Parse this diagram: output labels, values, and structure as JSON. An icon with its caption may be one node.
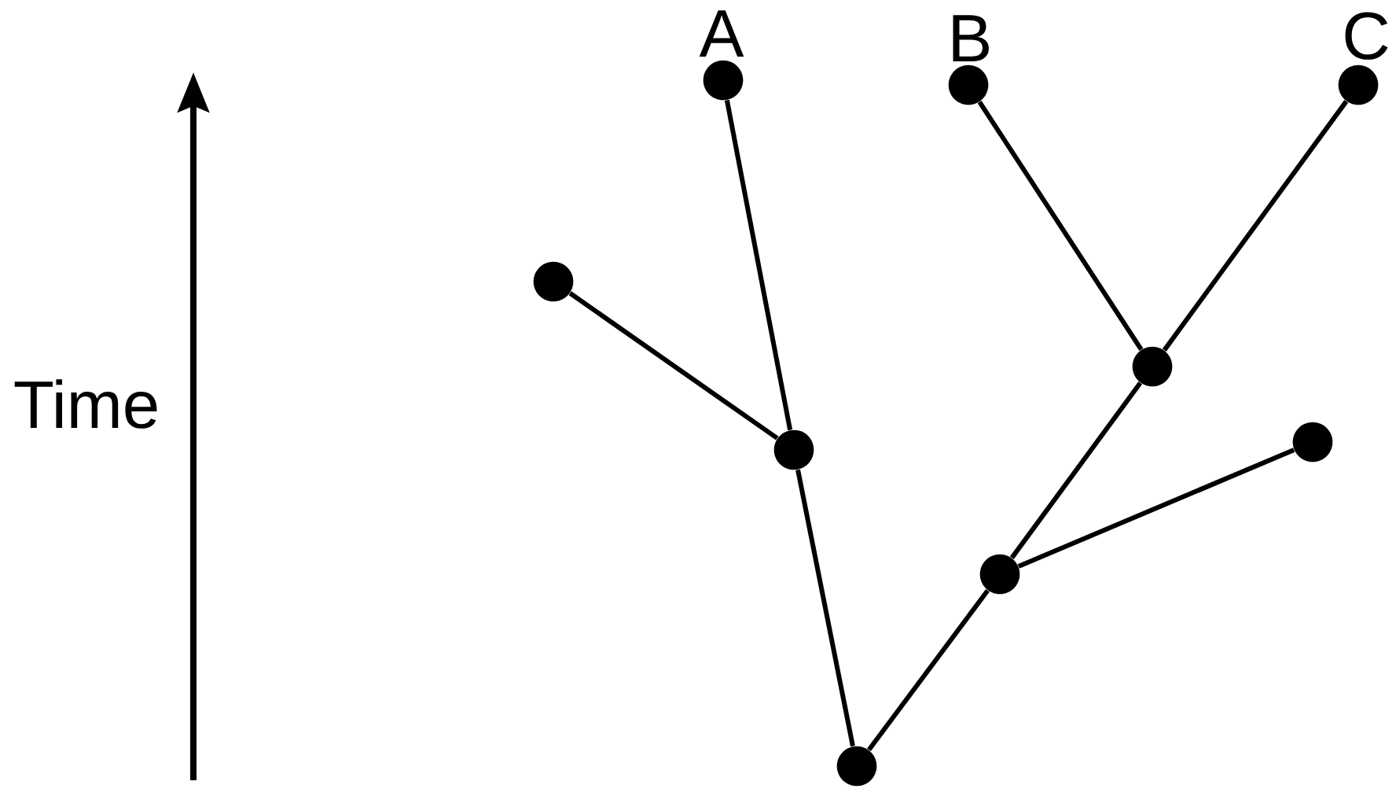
{
  "diagram": {
    "nodes": [
      {
        "text": [],
        "shape": "circle",
        "beside": [
          "A"
        ]
      },
      {
        "text": [],
        "shape": "circle",
        "beside": [
          "B"
        ]
      },
      {
        "text": [],
        "shape": "circle",
        "beside": [
          "C"
        ]
      },
      {
        "text": [],
        "shape": "circle"
      },
      {
        "text": [],
        "shape": "circle"
      },
      {
        "text": [],
        "shape": "circle"
      },
      {
        "text": [],
        "shape": "circle"
      },
      {
        "text": [],
        "shape": "circle"
      },
      {
        "text": [],
        "shape": "circle"
      }
    ],
    "edges": [
      {
        "from": 8,
        "to": 6,
        "arrow": "none"
      },
      {
        "from": 8,
        "to": 7,
        "arrow": "none"
      },
      {
        "from": 6,
        "to": 0,
        "arrow": "none"
      },
      {
        "from": 6,
        "to": 3,
        "arrow": "none"
      },
      {
        "from": 7,
        "to": 4,
        "arrow": "none"
      },
      {
        "from": 7,
        "to": 5,
        "arrow": "none"
      },
      {
        "from": 4,
        "to": 1,
        "arrow": "none"
      },
      {
        "from": 4,
        "to": 2,
        "arrow": "none"
      }
    ],
    "labels": [
      "Time"
    ]
  }
}
